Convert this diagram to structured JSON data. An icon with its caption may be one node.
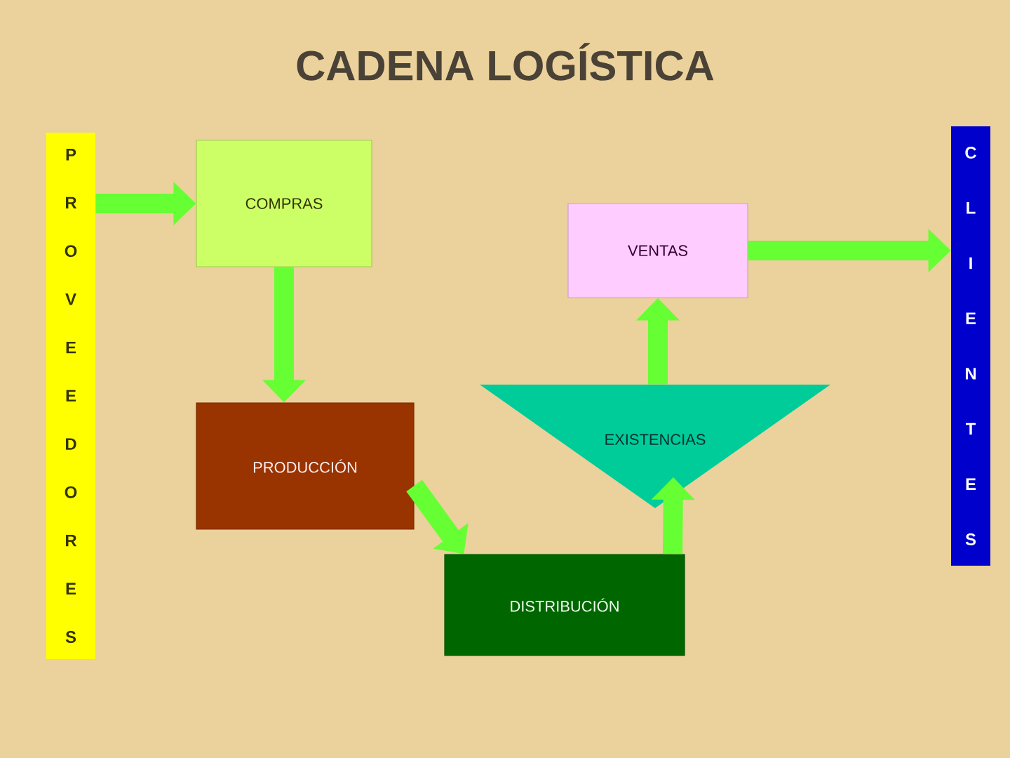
{
  "diagram": {
    "title": "CADENA LOGÍSTICA",
    "nodes": [
      {
        "text": [
          "P R O V E E D O R E S"
        ]
      },
      {
        "text": [
          "COMPRAS"
        ]
      },
      {
        "text": [
          "PRODUCCIÓN"
        ]
      },
      {
        "text": [
          "DISTRIBUCIÓN"
        ]
      },
      {
        "text": [
          "EXISTENCIAS"
        ]
      },
      {
        "text": [
          "VENTAS"
        ]
      },
      {
        "text": [
          "C L I E N T E S"
        ]
      }
    ],
    "edges": [
      {
        "from": 0,
        "to": 1,
        "arrow": "to"
      },
      {
        "from": 1,
        "to": 2,
        "arrow": "to"
      },
      {
        "from": 2,
        "to": 3,
        "arrow": "to"
      },
      {
        "from": 3,
        "to": 4,
        "arrow": "to"
      },
      {
        "from": 4,
        "to": 5,
        "arrow": "to"
      },
      {
        "from": 5,
        "to": 6,
        "arrow": "to"
      }
    ]
  }
}
